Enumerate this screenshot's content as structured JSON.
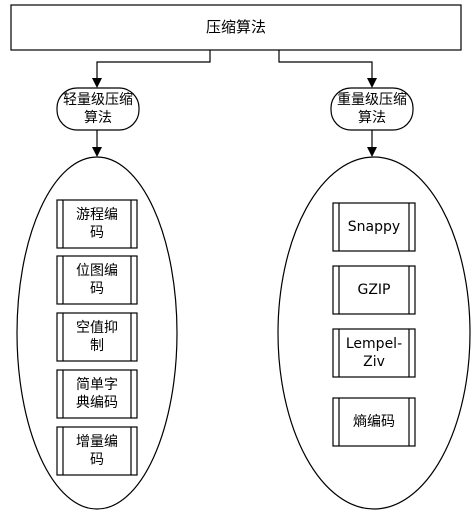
{
  "root": {
    "label": "压缩算法"
  },
  "categories": [
    {
      "id": "light",
      "label": "轻量级压缩\n算法",
      "items": [
        "游程编\n码",
        "位图编\n码",
        "空值抑\n制",
        "简单字\n典编码",
        "增量编\n码"
      ]
    },
    {
      "id": "heavy",
      "label": "重量级压缩\n算法",
      "items": [
        "Snappy",
        "GZIP",
        "Lempel-\nZiv",
        "熵编码"
      ]
    }
  ],
  "colors": {
    "stroke": "#000000",
    "fill": "#ffffff",
    "text": "#000000"
  }
}
